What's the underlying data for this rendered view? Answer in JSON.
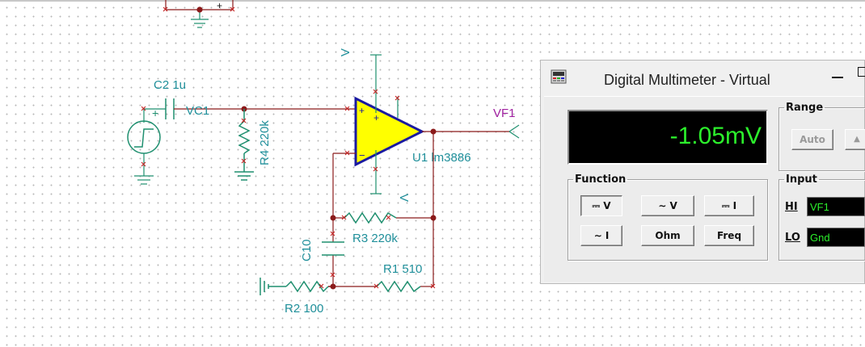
{
  "schematic": {
    "components": {
      "c2": "C2 1u",
      "vc1": "VC1",
      "r4": "R4 220k",
      "u1": "U1 lm3886",
      "vf1": "VF1",
      "r3": "R3 220k",
      "c10": "C10",
      "r1": "R1 510",
      "r2": "R2 100"
    },
    "pin_marks": {
      "plus": "+",
      "minus": "−"
    },
    "supply": {
      "vpos": "V",
      "vneg": "V"
    }
  },
  "multimeter": {
    "title": "Digital Multimeter - Virtual",
    "display_value": "-1.05mV",
    "range": {
      "legend": "Range",
      "auto_label": "Auto",
      "up_label": "▲"
    },
    "function": {
      "legend": "Function",
      "buttons": [
        "⎓ V",
        "∼ V",
        "⎓ I",
        "∼ I",
        "Ohm",
        "Freq"
      ]
    },
    "input": {
      "legend": "Input",
      "hi_label": "HI",
      "hi_value": "VF1",
      "lo_label": "LO",
      "lo_value": "Gnd"
    }
  }
}
